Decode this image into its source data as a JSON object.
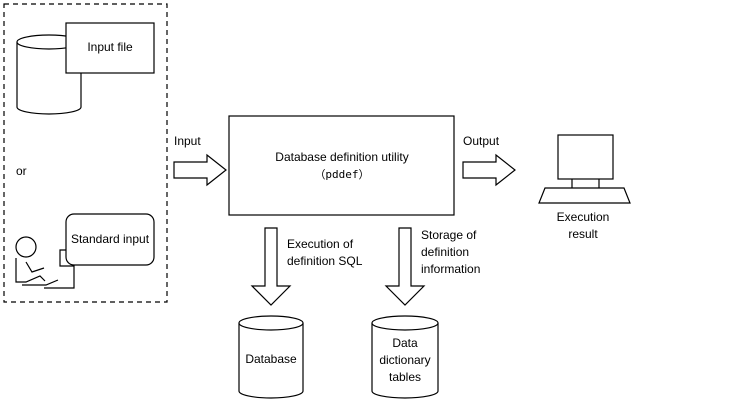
{
  "input_group": {
    "input_file_label": "Input file",
    "or_label": "or",
    "standard_input_label": "Standard input"
  },
  "arrows": {
    "input_label": "Input",
    "output_label": "Output",
    "execution_label_line1": "Execution of",
    "execution_label_line2": "definition SQL",
    "storage_label_line1": "Storage of",
    "storage_label_line2": "definition",
    "storage_label_line3": "information"
  },
  "utility": {
    "title": "Database definition utility",
    "command": "（pddef）"
  },
  "result": {
    "label_line1": "Execution",
    "label_line2": "result"
  },
  "database": {
    "label": "Database"
  },
  "dictionary": {
    "label_line1": "Data",
    "label_line2": "dictionary",
    "label_line3": "tables"
  }
}
